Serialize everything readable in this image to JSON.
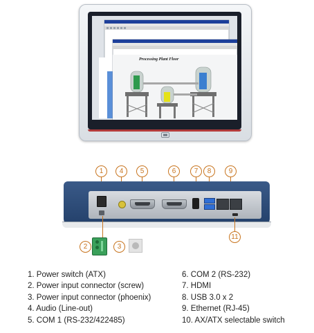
{
  "screen": {
    "app_title": "Processing Plant Floor"
  },
  "callouts": [
    "1",
    "4",
    "5",
    "6",
    "7",
    "8",
    "9",
    "2",
    "3",
    "11"
  ],
  "legend_left": [
    "1. Power switch (ATX)",
    "2. Power input connector (screw)",
    "3. Power input connector (phoenix)",
    "4. Audio (Line-out)",
    "5. COM 1 (RS-232/422485)"
  ],
  "legend_right": [
    "6. COM 2 (RS-232)",
    "7. HDMI",
    "8. USB 3.0 x 2",
    "9. Ethernet  (RJ-45)",
    "10. AX/ATX selectable switch"
  ],
  "colors": {
    "callout": "#c8741e",
    "chassis_blue": "#2c4a78",
    "usb_blue": "#2f6fd6",
    "terminal_green": "#3aa05a"
  }
}
